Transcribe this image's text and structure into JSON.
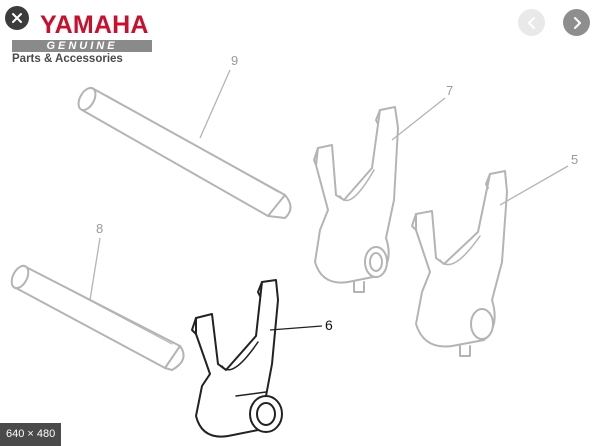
{
  "brand": {
    "name": "YAMAHA",
    "genuine_text": "GENUINE",
    "tagline": "Parts & Accessories",
    "accent_color": "#c8102e"
  },
  "controls": {
    "close_icon": "close-icon",
    "prev_icon": "chevron-left-icon",
    "next_icon": "chevron-right-icon"
  },
  "diagram": {
    "parts": [
      {
        "number": "9",
        "name": "shift-rod-long"
      },
      {
        "number": "7",
        "name": "shift-fork"
      },
      {
        "number": "5",
        "name": "shift-fork"
      },
      {
        "number": "8",
        "name": "shift-rod-short"
      },
      {
        "number": "6",
        "name": "shift-fork",
        "highlighted": true
      }
    ]
  },
  "image_info": {
    "dimensions": "640 × 480"
  }
}
